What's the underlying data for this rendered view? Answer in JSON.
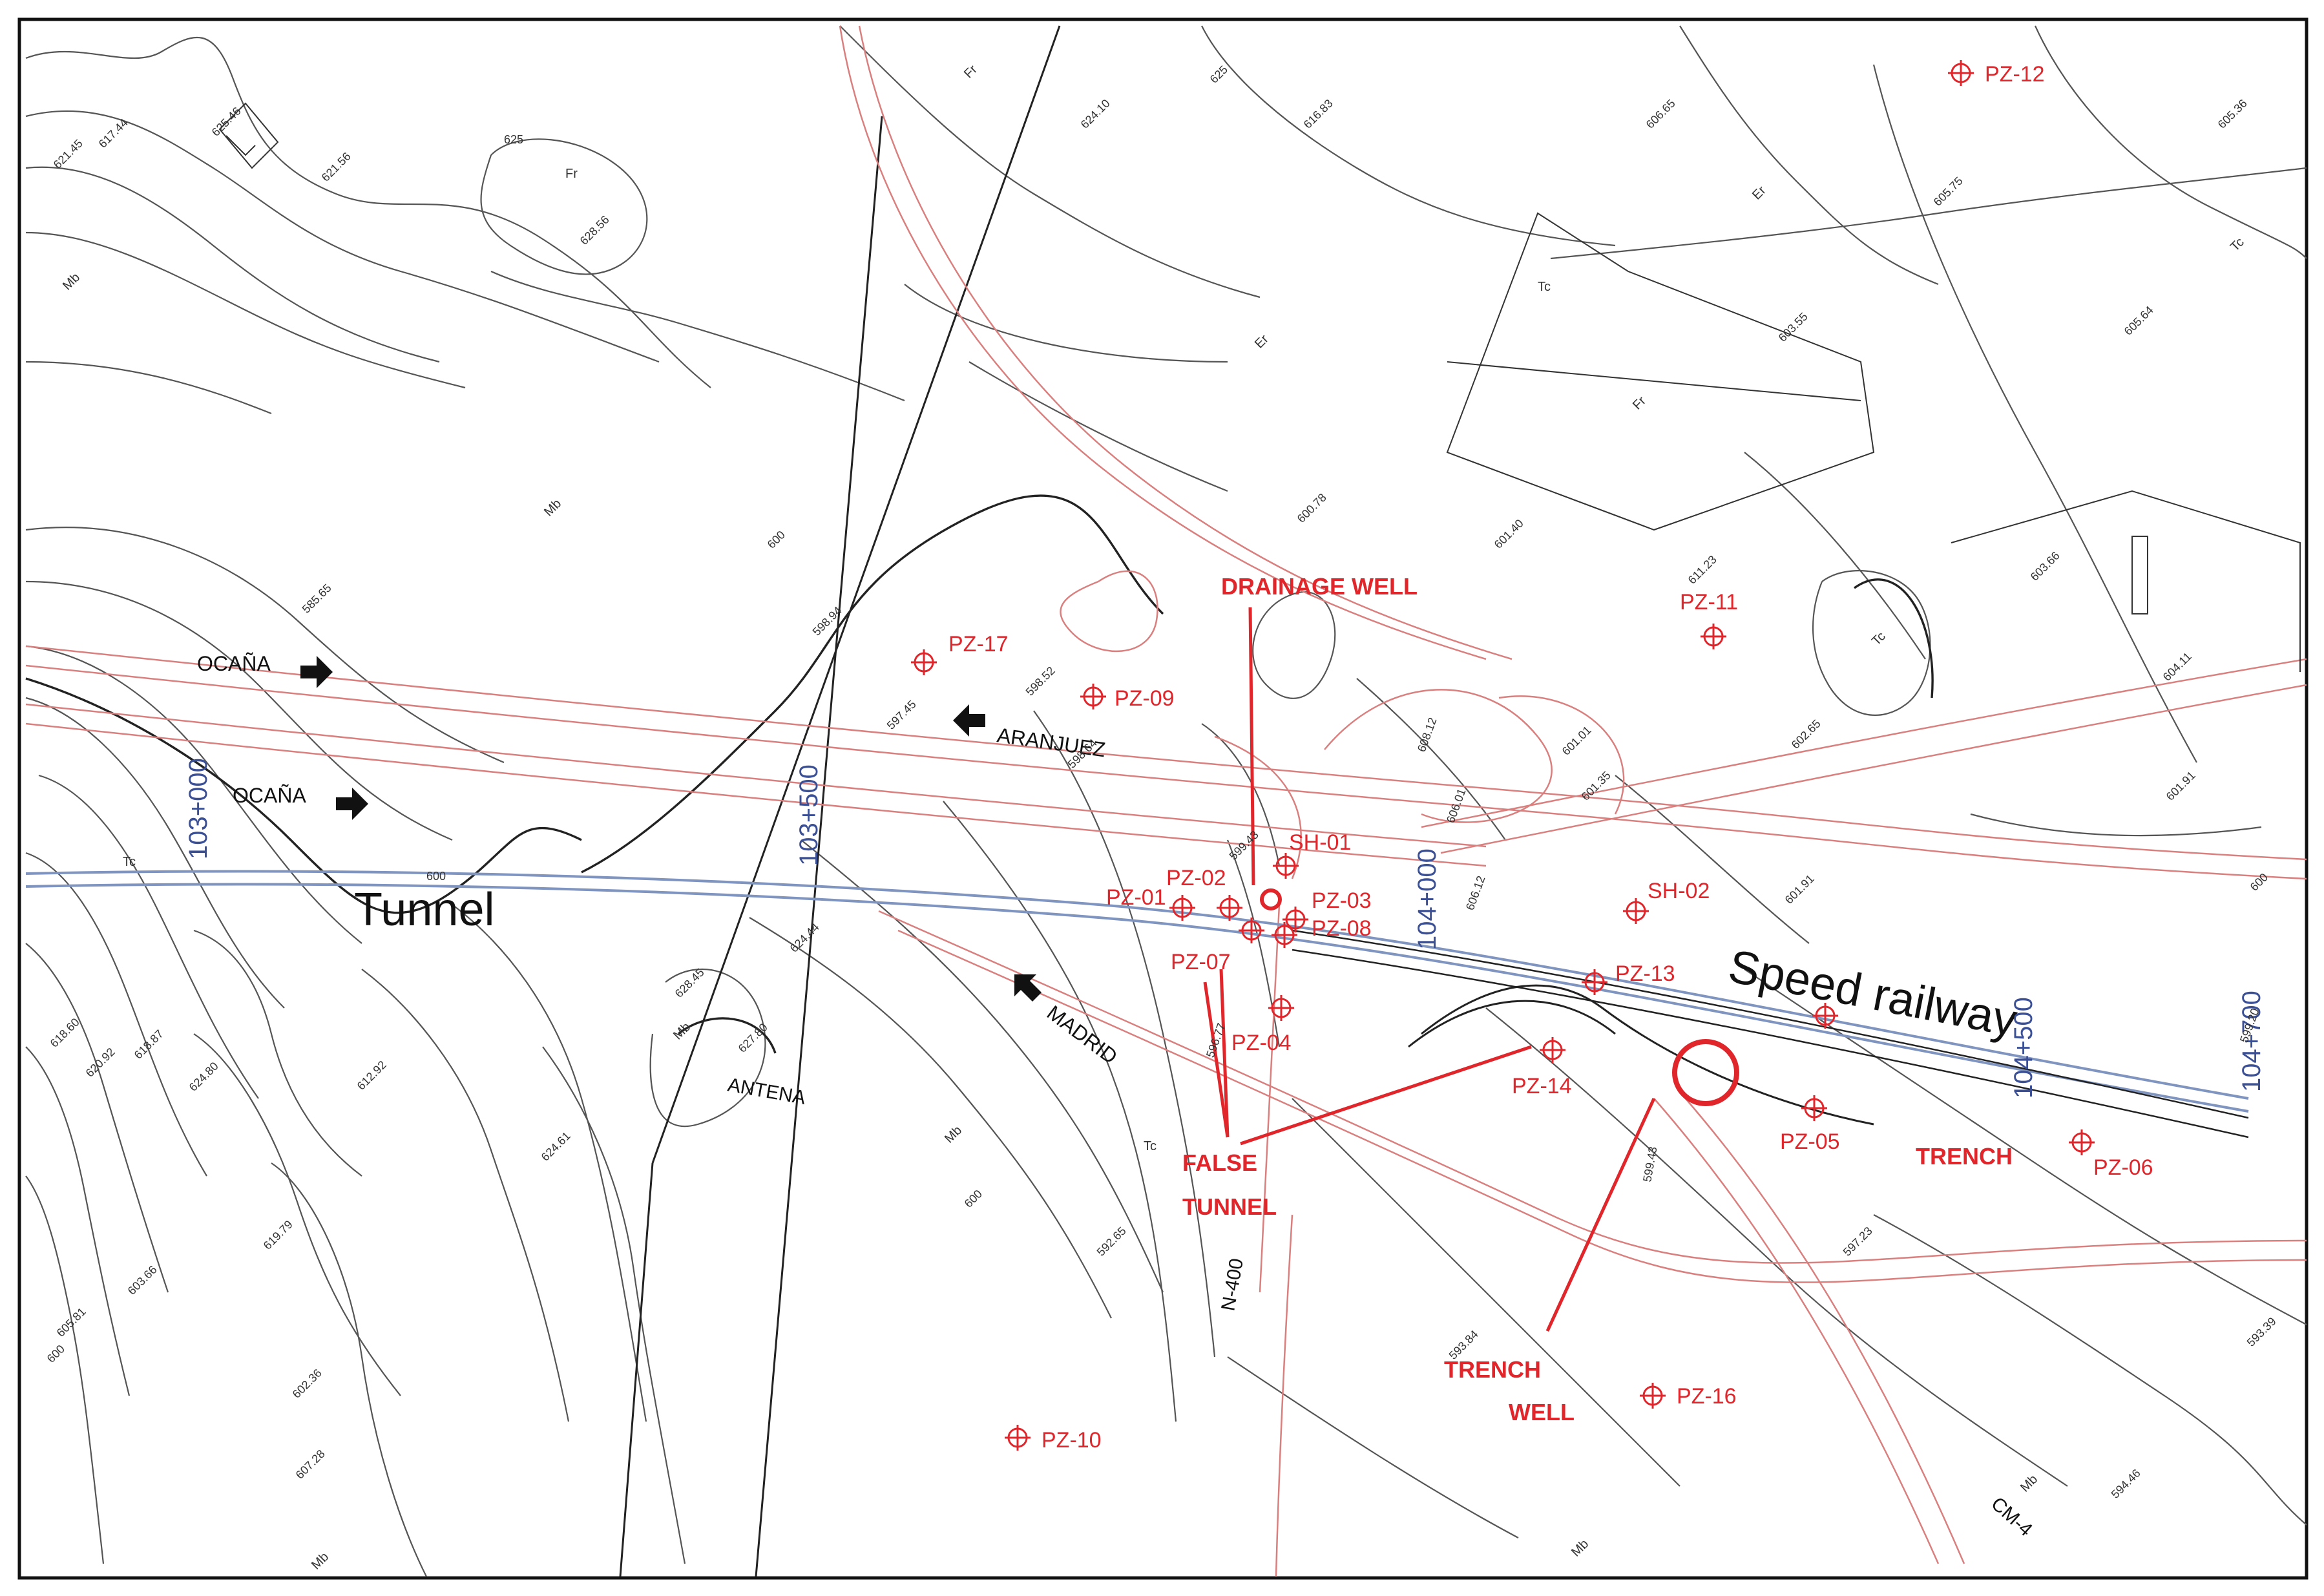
{
  "colors": {
    "annotation": "#e0262b",
    "pk_blue": "#3b4f95",
    "contour": "#333333",
    "road_red": "#d9807f",
    "railway_blue": "#7f95c0"
  },
  "labels": {
    "tunnel": "Tunnel",
    "speed_railway": "Speed railway",
    "drainage_well": "DRAINAGE WELL",
    "false_tunnel_1": "FALSE",
    "false_tunnel_2": "TUNNEL",
    "trench": "TRENCH",
    "trench_well_1": "TRENCH",
    "trench_well_2": "WELL"
  },
  "piezometers": {
    "pz01": "PZ-01",
    "pz02": "PZ-02",
    "pz03": "PZ-03",
    "pz04": "PZ-04",
    "pz05": "PZ-05",
    "pz06": "PZ-06",
    "pz07": "PZ-07",
    "pz08": "PZ-08",
    "pz09": "PZ-09",
    "pz10": "PZ-10",
    "pz11": "PZ-11",
    "pz12": "PZ-12",
    "pz13": "PZ-13",
    "pz14": "PZ-14",
    "pz16": "PZ-16",
    "pz17": "PZ-17",
    "sh01": "SH-01",
    "sh02": "SH-02"
  },
  "kilometer_points": {
    "k103000": "103+000",
    "k103500": "103+500",
    "k104000": "104+000",
    "k104500": "104+500",
    "k104700": "104+700"
  },
  "directions": {
    "ocana_1": "OCAÑA",
    "ocana_2": "OCAÑA",
    "aranjuez": "ARANJUEZ",
    "madrid": "MADRID"
  },
  "roads": {
    "n400": "N-400",
    "cm4": "CM-4",
    "antena": "ANTENA"
  },
  "geology": {
    "fr1": "Fr",
    "fr2": "Fr",
    "fr3": "Fr",
    "er1": "Er",
    "er2": "Er",
    "tc1": "Tc",
    "tc2": "Tc",
    "tc3": "Tc",
    "tc4": "Tc",
    "tc5": "Tc",
    "mb1": "Mb",
    "mb2": "Mb",
    "mb3": "Mb",
    "mb4": "Mb",
    "mb5": "Mb",
    "mb6": "Mb",
    "mb7": "Mb"
  },
  "elevations": {
    "e1": "621.45",
    "e2": "617.44",
    "e3": "625.46",
    "e4": "621.56",
    "e5": "625",
    "e6": "628.56",
    "e7": "625",
    "e8": "624.10",
    "e9": "616.83",
    "e10": "606.65",
    "e11": "605.36",
    "e12": "605.75",
    "e13": "603.55",
    "e14": "605.64",
    "e15": "600.78",
    "e16": "601.40",
    "e17": "603.66",
    "e18": "604.11",
    "e19": "601.91",
    "e20": "602.65",
    "e21": "601.35",
    "e22": "601.01",
    "e23": "600",
    "e24": "585.65",
    "e25": "598.94",
    "e26": "598.52",
    "e27": "597.45",
    "e28": "598.64",
    "e29": "599.43",
    "e30": "600",
    "e31": "599.20",
    "e32": "601.91",
    "e33": "600",
    "e34": "624.44",
    "e35": "628.45",
    "e36": "627.80",
    "e37": "618.60",
    "e38": "620.92",
    "e39": "618.87",
    "e40": "624.80",
    "e41": "612.92",
    "e42": "624.61",
    "e43": "619.79",
    "e44": "603.66",
    "e45": "605.81",
    "e46": "600",
    "e47": "602.36",
    "e48": "607.28",
    "e49": "592.65",
    "e50": "600",
    "e51": "593.84",
    "e52": "599.43",
    "e53": "597.23",
    "e54": "593.39",
    "e55": "594.46",
    "e56": "596.77",
    "e57": "608.12",
    "e58": "606.01",
    "e59": "606.12",
    "e60": "611.23"
  }
}
